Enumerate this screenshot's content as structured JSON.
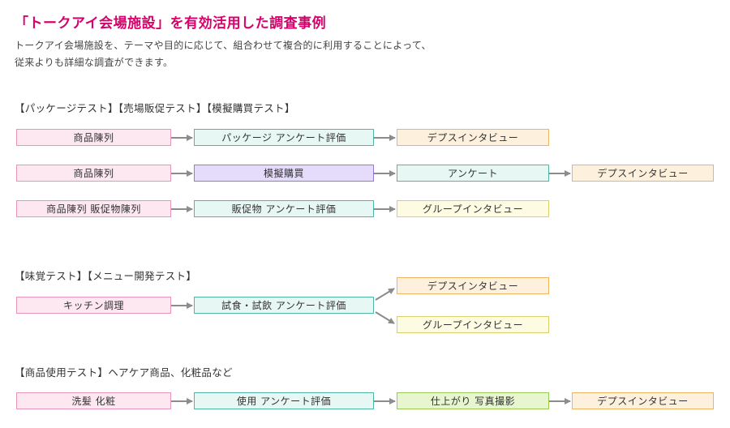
{
  "heading": {
    "title": "「トークアイ会場施設」を有効活用した調査事例",
    "intro_line1": "トークアイ会場施設を、テーマや目的に応じて、組合わせて複合的に利用することによって、",
    "intro_line2": "従来よりも詳細な調査ができます。"
  },
  "section1": {
    "label": "【パッケージテスト】【売場販促テスト】【模擬購買テスト】",
    "flow1": [
      "商品陳列",
      "パッケージ アンケート評価",
      "デプスインタビュー"
    ],
    "flow2": [
      "商品陳列",
      "模擬購買",
      "アンケート",
      "デプスインタビュー"
    ],
    "flow3": [
      "商品陳列 販促物陳列",
      "販促物 アンケート評価",
      "グループインタビュー"
    ]
  },
  "section2": {
    "label": "【味覚テスト】【メニュー開発テスト】",
    "flow": [
      "キッチン調理",
      "試食・試飲 アンケート評価"
    ],
    "branches": [
      "デプスインタビュー",
      "グループインタビュー"
    ]
  },
  "section3": {
    "label": "【商品使用テスト】ヘアケア商品、化粧品など",
    "flow": [
      "洗髪 化粧",
      "使用 アンケート評価",
      "仕上がり 写真撮影",
      "デプスインタビュー"
    ]
  },
  "colors": {
    "title": "#d9006c",
    "arrow": "#8c8c8c",
    "pink": "#fde7f1",
    "teal": "#e7f7f4",
    "orange": "#fdf0dd",
    "lavender": "#e4dcfa",
    "lime": "#e8f6cf",
    "yellow": "#fdfbe2"
  }
}
